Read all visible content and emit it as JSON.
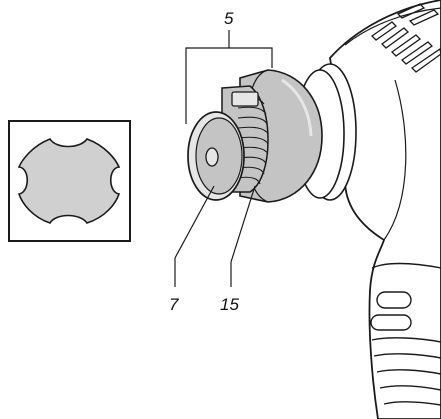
{
  "figure": {
    "callouts": {
      "top": "5",
      "bottom_left": "7",
      "bottom_right": "15"
    },
    "colors": {
      "line": "#1a1a1a",
      "metal_fill": "#c4c4c4",
      "light_fill": "#e6e6e6",
      "body_fill": "#ffffff",
      "inset_fill": "#d0d0d0"
    }
  }
}
